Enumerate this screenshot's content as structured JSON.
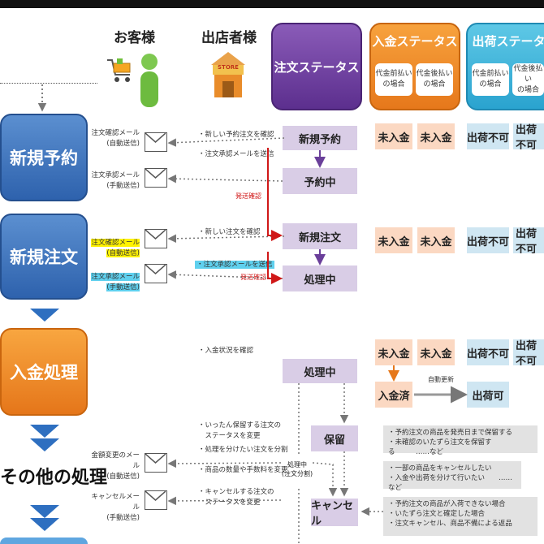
{
  "columns": {
    "customer": "お客様",
    "store": "出店者様",
    "store_sign": "STORE",
    "order_status": "注文ステータス",
    "payment_status": "入金ステータス",
    "shipping_status": "出荷ステータス",
    "payment_sub": [
      "代金前払い\nの場合",
      "代金後払い\nの場合"
    ],
    "shipping_sub": [
      "代金前払い\nの場合",
      "代金後払い\nの場合"
    ]
  },
  "stages": {
    "new_reservation": "新規予約",
    "new_order": "新規注文",
    "payment": "入金処理",
    "other": "その他の処理"
  },
  "mails": {
    "r1": "注文確認メール\n(自動送信)",
    "r2": "注文承認メール\n(手動送信)",
    "o1": "注文確認メール\n(自動送信)",
    "o2": "注文承認メール\n(手動送信)",
    "x1": "金額変更のメール\n(自動送信)",
    "x2": "キャンセルメール\n(手動送信)"
  },
  "actions": {
    "r1": "・新しい予約注文を確認",
    "r2": "・注文承認メールを送信",
    "o1": "・新しい注文を確認",
    "o2": "・注文承認メールを送信",
    "p1": "・入金状況を確認",
    "x1": "・いったん保留する注文の\n　ステータスを変更",
    "x2": "・処理を分けたい注文を分割",
    "x3": "・商品の数量や手数料を変更",
    "x4": "・キャンセルする注文の\n　ステータスを変更"
  },
  "order": {
    "new_reservation": "新規予約",
    "reserved": "予約中",
    "new_order": "新規注文",
    "processing": "処理中",
    "processing2": "処理中",
    "hold": "保留",
    "cancel": "キャンセル",
    "processing_split": "処理中\n(注文分割)"
  },
  "payment": {
    "unpaid": "未入金",
    "paid": "入金済"
  },
  "shipping": {
    "not_allowed": "出荷不可",
    "allowed": "出荷可",
    "auto_update": "自動更新"
  },
  "labels": {
    "send_mail_1": "発送確認",
    "send_mail_2": "発送確認"
  },
  "notes": {
    "hold": "・予約注文の商品を発売日まで保留する\n・未確認のいたずら注文を保留する　　　……など",
    "split": "・一部の商品をキャンセルしたい\n・入金や出荷を分けて行いたい　　……など",
    "cancel": "・予約注文の商品が入荷できない場合\n・いたずら注文と確定した場合\n・注文キャンセル、商品不備による返品"
  },
  "colors": {
    "blue_stage": "#2e62ad",
    "orange_stage": "#e5761a",
    "purple": "#5c2f8e",
    "orange": "#e6781b",
    "cyan": "#2aa3cf",
    "red_arrow": "#d01818"
  }
}
